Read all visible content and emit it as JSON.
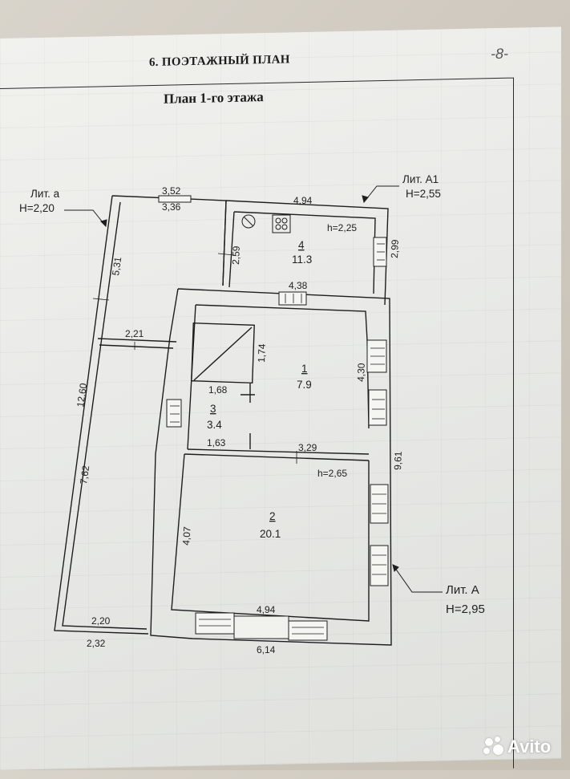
{
  "header": {
    "section_title": "6. ПОЭТАЖНЫЙ ПЛАН",
    "page_mark": "-8-",
    "plan_title": "План 1-го этажа"
  },
  "labels": {
    "lit_a_small": "Лит. а",
    "lit_a_small_h": "H=2,20",
    "lit_a1": "Лит. А1",
    "lit_a1_h": "H=2,55",
    "lit_a": "Лит. А",
    "lit_a_h": "H=2,95"
  },
  "rooms": [
    {
      "id": "4",
      "area": "11.3",
      "height": "h=2,25"
    },
    {
      "id": "1",
      "area": "7.9"
    },
    {
      "id": "3",
      "area": "3.4"
    },
    {
      "id": "2",
      "area": "20.1",
      "height": "h=2,65"
    }
  ],
  "dimensions": {
    "d352": "3,52",
    "d336": "3,36",
    "d494_top": "4,94",
    "d531": "5,31",
    "d259": "2,59",
    "d299": "2,99",
    "d438": "4,38",
    "d221": "2,21",
    "d174": "1,74",
    "d430": "4,30",
    "d1260": "12,60",
    "d168": "1,68",
    "d163": "1,63",
    "d329": "3,29",
    "d961": "9,61",
    "d762": "7,62",
    "d407": "4,07",
    "d494_bottom": "4,94",
    "d220": "2,20",
    "d232": "2,32",
    "d614": "6,14"
  },
  "watermark": {
    "text": "Avito",
    "icon": "avito-logo-icon"
  }
}
